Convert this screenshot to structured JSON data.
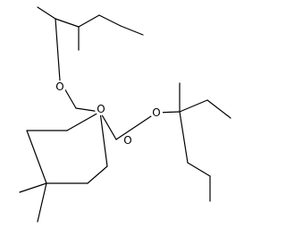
{
  "molecule": {
    "atoms": [
      {
        "id": "o1",
        "symbol": "O"
      },
      {
        "id": "o2",
        "symbol": "O"
      },
      {
        "id": "o3",
        "symbol": "O"
      },
      {
        "id": "o4",
        "symbol": "O"
      }
    ],
    "colors": {
      "bond": "#000000",
      "background": "#ffffff"
    }
  }
}
